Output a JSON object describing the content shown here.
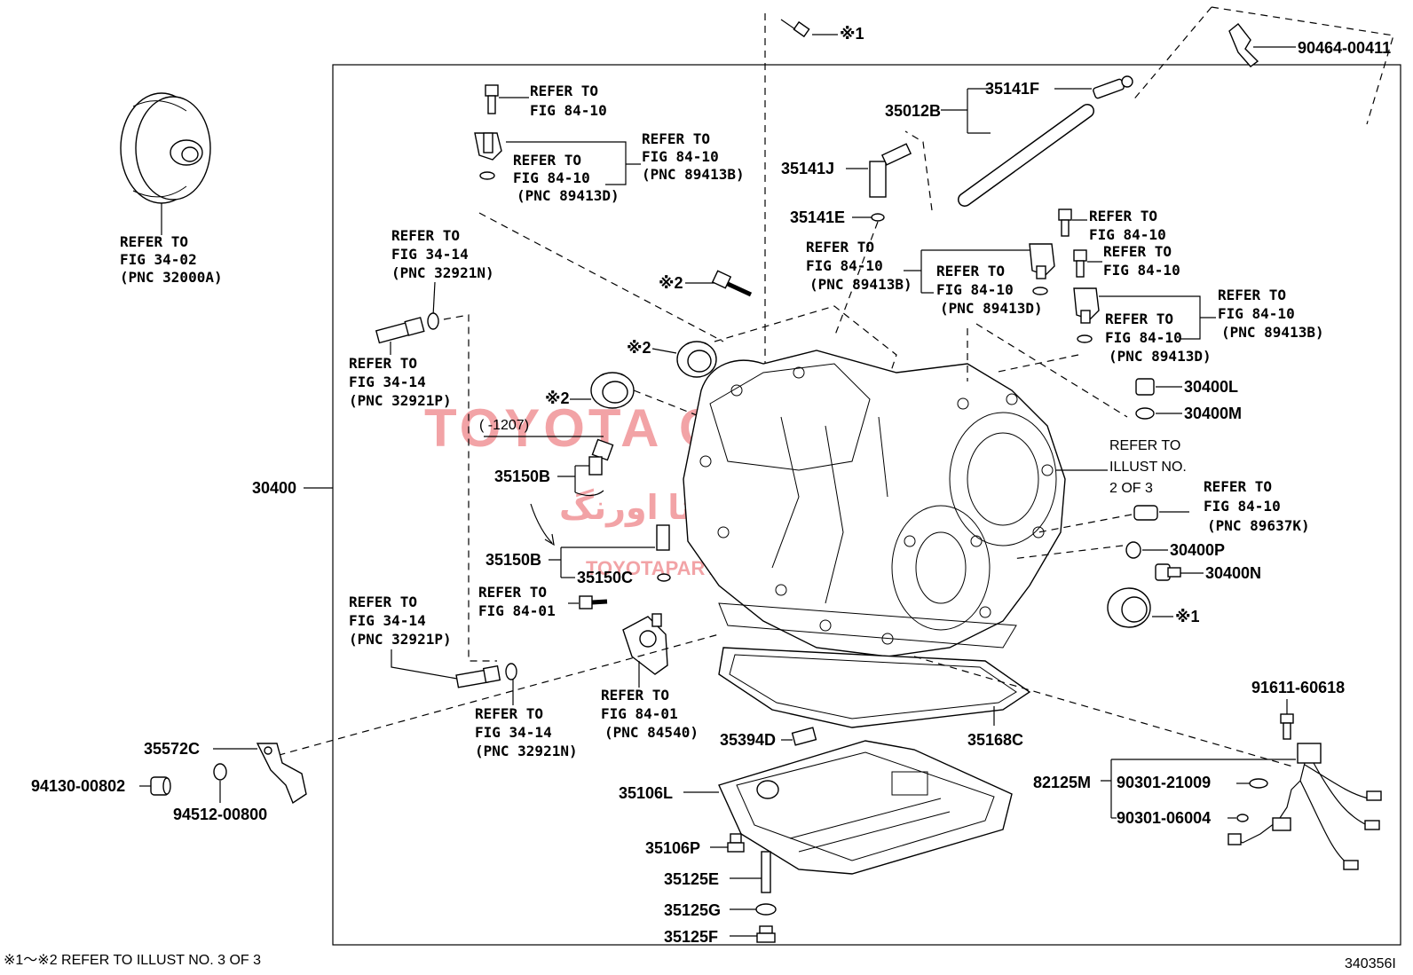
{
  "footer": {
    "note": "※1～※2  REFER TO ILLUST NO. 3 OF 3",
    "illust_id": "340356I"
  },
  "watermark": {
    "main": "TOYOTA ORANG",
    "arabic": "تویوتا اورنگ",
    "site": "TOYOTAPARTS.IR"
  },
  "labels": {
    "30400": "30400",
    "35012B": "35012B",
    "35141F": "35141F",
    "35141J": "35141J",
    "35141E": "35141E",
    "90464_00411": "90464-00411",
    "ref_9041": "※1",
    "ref_x2_bolt": "※2",
    "ref_x2_seal1": "※2",
    "ref_x2_seal2": "※2",
    "ref_x1_seal": "※1",
    "30400L": "30400L",
    "30400M": "30400M",
    "30400P": "30400P",
    "30400N": "30400N",
    "35150B_a": "35150B",
    "35150B_b": "35150B",
    "35150C": "35150C",
    "range_note": "(    -1207)",
    "35572C": "35572C",
    "94130_00802": "94130-00802",
    "94512_00800": "94512-00800",
    "35394D": "35394D",
    "35168C": "35168C",
    "35106L": "35106L",
    "35106P": "35106P",
    "35125E": "35125E",
    "35125G": "35125G",
    "35125F": "35125F",
    "82125M": "82125M",
    "91611_60618": "91611-60618",
    "90301_21009": "90301-21009",
    "90301_06004": "90301-06004",
    "refer_illust_2": [
      "REFER TO",
      "ILLUST NO.",
      "2 OF 3"
    ]
  },
  "refs": {
    "torque_converter": [
      "REFER TO",
      "FIG 34-02",
      "(PNC 32000A)"
    ],
    "sensor_top_bolt": [
      "REFER TO",
      "FIG 84-10"
    ],
    "sensor_top_right": [
      "REFER TO",
      "FIG 84-10",
      "(PNC 89413B)"
    ],
    "sensor_top_left": [
      "REFER TO",
      "FIG 84-10",
      "(PNC 89413D)"
    ],
    "pipe_upper": [
      "REFER TO",
      "FIG 34-14",
      "(PNC 32921N)"
    ],
    "pipe_upper_fitting": [
      "REFER TO",
      "FIG 34-14",
      "(PNC 32921P)"
    ],
    "pipe_lower_fitting": [
      "REFER TO",
      "FIG 34-14",
      "(PNC 32921P)"
    ],
    "pipe_lower_oring": [
      "REFER TO",
      "FIG 34-14",
      "(PNC 32921N)"
    ],
    "switch_bolt": [
      "REFER TO",
      "FIG 84-01"
    ],
    "switch": [
      "REFER TO",
      "FIG 84-01",
      "(PNC 84540)"
    ],
    "mid_sensor": [
      "REFER TO",
      "FIG 84-10",
      "(PNC 89413B)"
    ],
    "mid_sensor_oring": [
      "REFER TO",
      "FIG 84-10",
      "(PNC 89413D)"
    ],
    "right_bolt_1": [
      "REFER TO",
      "FIG 84-10"
    ],
    "right_bolt_2": [
      "REFER TO",
      "FIG 84-10"
    ],
    "right_sensor": [
      "REFER TO",
      "FIG 84-10",
      "(PNC 89413B)"
    ],
    "right_sensor_oring": [
      "REFER TO",
      "FIG 84-10",
      "(PNC 89413D)"
    ],
    "speed_sensor": [
      "REFER TO",
      "FIG 84-10",
      "(PNC 89637K)"
    ]
  }
}
